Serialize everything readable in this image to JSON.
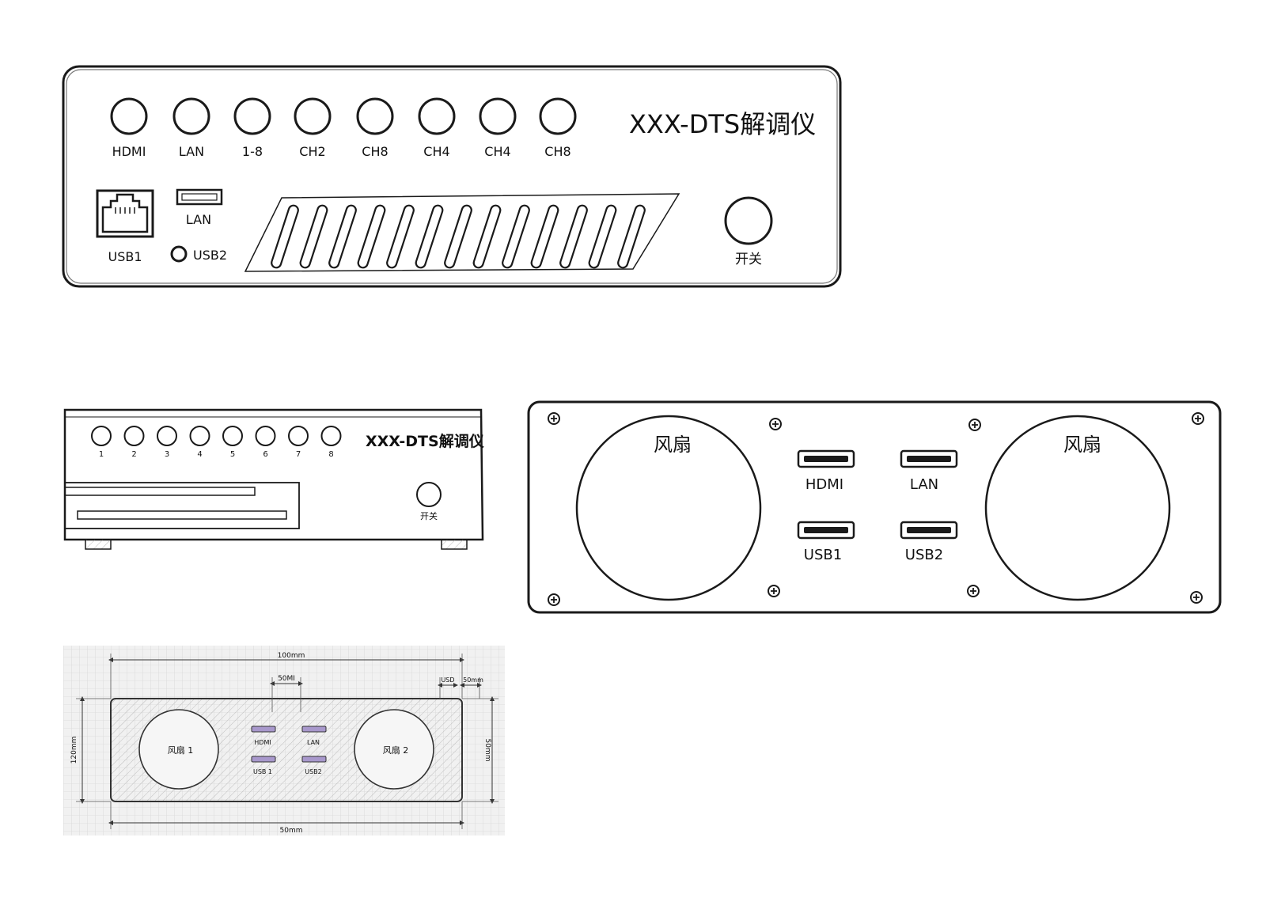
{
  "colors": {
    "ink": "#1a1a1a",
    "paper": "#ffffff",
    "grid_paper": "#f1f1f1",
    "grid_line": "#d7d7d7",
    "hatch": "#bdbdbd",
    "usb_port": "#a898cc"
  },
  "panel1": {
    "title": "XXX-DTS解调仪",
    "port_labels": [
      "HDMI",
      "LAN",
      "1-8",
      "CH2",
      "CH8",
      "CH4",
      "CH4",
      "CH8"
    ],
    "usb1_label": "USB1",
    "lan_label": "LAN",
    "usb2_label": "USB2",
    "switch_label": "开关",
    "vent_slot_count": 13
  },
  "panel2": {
    "title": "XXX-DTS解调仪",
    "port_labels": [
      "1",
      "2",
      "3",
      "4",
      "5",
      "6",
      "7",
      "8"
    ],
    "switch_label": "开关"
  },
  "panel3": {
    "fan_left_label": "风扇",
    "fan_right_label": "风扇",
    "port_labels": [
      "HDMI",
      "LAN",
      "USB1",
      "USB2"
    ]
  },
  "panel4": {
    "dim_top": "100mm",
    "dim_mid": "50MI",
    "dim_usd": "USD",
    "dim_right_top": "50mm",
    "dim_left": "120mm",
    "dim_right": "50mm",
    "dim_bottom": "50mm",
    "fan1_label": "风扇 1",
    "fan2_label": "风扇 2",
    "port_labels": [
      "HDMI",
      "LAN",
      "USB 1",
      "USB2"
    ]
  }
}
